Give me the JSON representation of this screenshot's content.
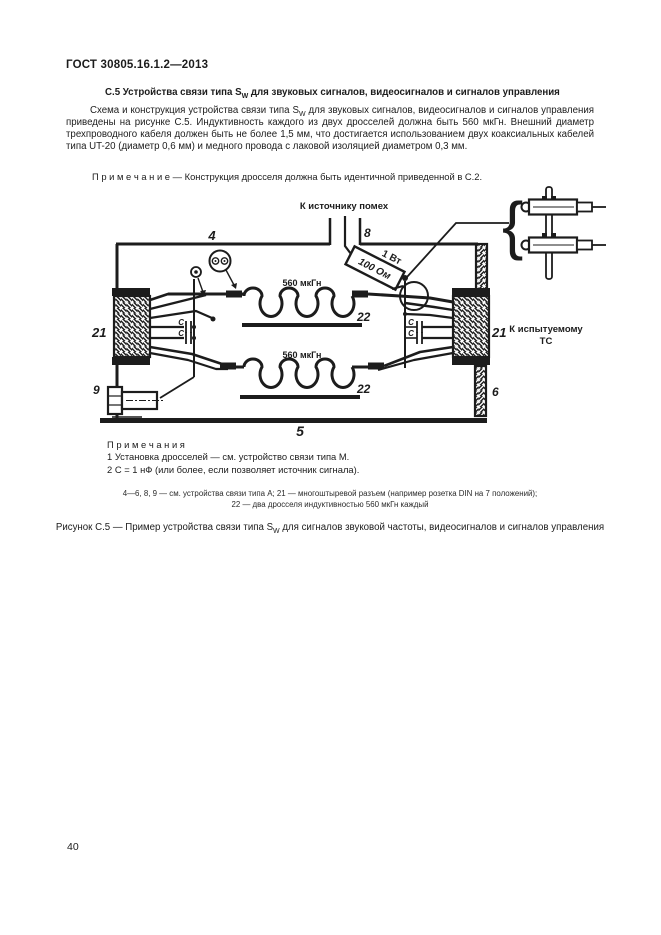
{
  "page": {
    "header": "ГОСТ 30805.16.1.2—2013",
    "page_number": "40"
  },
  "section": {
    "heading": {
      "pre": "С.5 Устройства связи типа S",
      "sub": "W",
      "post": " для звуковых сигналов, видеосигналов и сигналов управления"
    },
    "paragraph": {
      "pre": "Схема и конструкция устройства связи типа S",
      "sub": "W",
      "post": " для звуковых сигналов, видеосигналов и сигналов управления приведены на рисунке С.5. Индуктивность каждого из двух дросселей должна быть 560 мкГн. Внешний диаметр трехпроводного кабеля должен быть не более 1,5 мм, что достигается использованием двух коаксиальных кабелей типа UT-20 (диаметр 0,6 мм) и медного провода с лаковой изоляцией диаметром 0,3 мм."
    },
    "note": {
      "label": "П р и м е ч а н и е",
      "text": "— Конструкция дросселя должна быть идентичной приведенной в С.2."
    }
  },
  "figure": {
    "labels": {
      "to_source": "К источнику помех",
      "to_eut_1": "К испытуемому",
      "to_eut_2": "ТС",
      "resistor_value": "100 Ом",
      "resistor_power": "1 Вт",
      "inductance_top": "560 мкГн",
      "inductance_bottom": "560 мкГн",
      "callout_4": "4",
      "callout_8": "8",
      "callout_9": "9",
      "callout_5": "5",
      "callout_6": "6",
      "callout_21_left": "21",
      "callout_21_right": "21",
      "callout_22_top": "22",
      "callout_22_bottom": "22",
      "cap_c1": "C",
      "cap_c2": "C",
      "cap_c3": "C",
      "cap_c4": "C"
    },
    "notes": {
      "label": "П р и м е ч а н и я",
      "items": [
        "1 Установка дросселей — см. устройство связи типа М.",
        "2 С = 1 нФ (или более, если позволяет источник сигнала)."
      ]
    },
    "legend": [
      "4—6, 8, 9 — см. устройства связи типа А; 21 — многоштыревой разъем (например розетка DIN на 7 положений);",
      "22 — два дросселя индуктивностью 560 мкГн каждый"
    ],
    "caption": {
      "pre": "Рисунок С.5 — Пример устройства связи типа S",
      "sub": "W",
      "post": " для сигналов звуковой частоты, видеосигналов и сигналов управления"
    }
  },
  "colors": {
    "ink": "#1c1c1c",
    "paper": "#ffffff"
  }
}
